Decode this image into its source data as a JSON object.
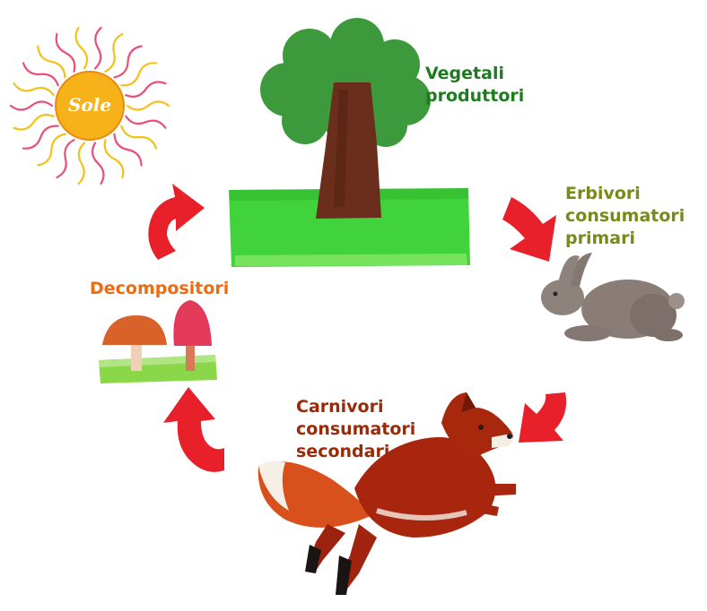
{
  "labels": {
    "vegetali": [
      "Vegetali",
      "produttori"
    ],
    "erbivori": [
      "Erbivori",
      "consumatori",
      "primari"
    ],
    "decompositori": [
      "Decompositori"
    ],
    "carnivori": [
      "Carnivori",
      "consumatori",
      "secondari"
    ],
    "sole": "Sole"
  },
  "colors": {
    "vegetali": "#1e7b1e",
    "erbivori": "#7a8a1a",
    "decompositori": "#f06a10",
    "carnivori": "#9a2a08",
    "arrow": "#e8202a",
    "sun_text": "#ffffff",
    "grass": "#3ecf3e",
    "tree_crown": "#3c9a3c",
    "trunk": "#6b2e1c",
    "rabbit": "#8a7d78",
    "fox": "#b02a10"
  }
}
